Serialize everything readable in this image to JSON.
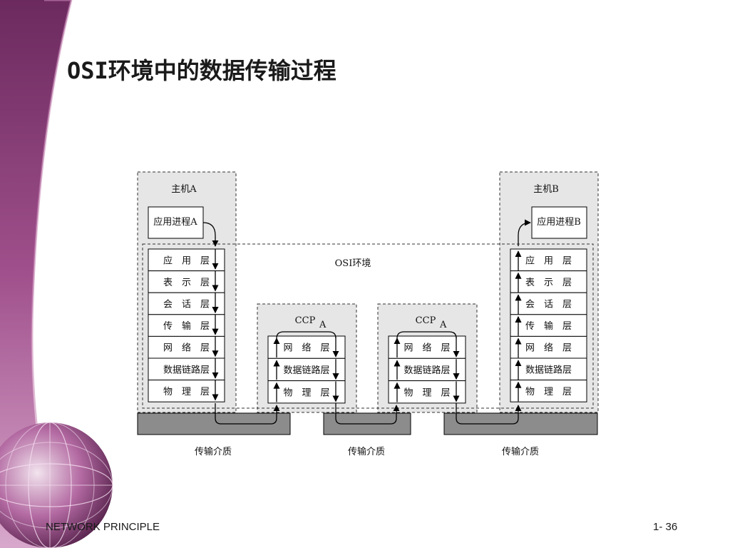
{
  "slide": {
    "title": "OSI环境中的数据传输过程",
    "footer_left": "NETWORK PRINCIPLE",
    "footer_right": "1- 36"
  },
  "diagram": {
    "host_a": {
      "label": "主机A",
      "process": "应用进程A"
    },
    "host_b": {
      "label": "主机B",
      "process": "应用进程B"
    },
    "osi_env_label": "OSI环境",
    "ccp_1": {
      "label": "CCP",
      "sub": "A"
    },
    "ccp_2": {
      "label": "CCP",
      "sub": "A"
    },
    "host_layers": [
      "应　用　层",
      "表　示　层",
      "会　话　层",
      "传　输　层",
      "网　络　层",
      "数据链路层",
      "物　理　层"
    ],
    "ccp_layers": [
      "网　络　层",
      "数据链路层",
      "物　理　层"
    ],
    "media": [
      "传输介质",
      "传输介质",
      "传输介质"
    ]
  },
  "colors": {
    "purple_dark": "#5a1f4e",
    "purple_mid": "#8a3d78",
    "panel_gray": "#e6e6e6",
    "medium_gray": "#8c8c8c"
  }
}
